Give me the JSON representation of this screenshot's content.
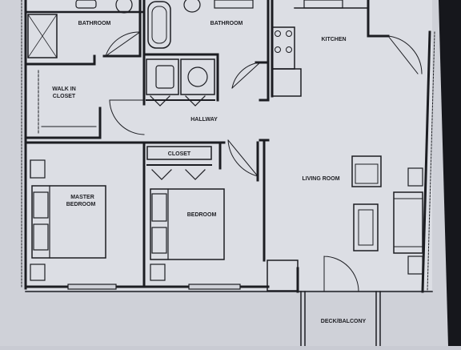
{
  "rooms": {
    "bathroom_left": "BATHROOM",
    "bathroom_right": "BATHROOM",
    "kitchen": "KITCHEN",
    "walk_in_closet_line1": "WALK IN",
    "walk_in_closet_line2": "CLOSET",
    "hallway": "HALLWAY",
    "closet": "CLOSET",
    "living_room": "LIVING ROOM",
    "master_bedroom_line1": "MASTER",
    "master_bedroom_line2": "BEDROOM",
    "bedroom": "BEDROOM",
    "deck_balcony": "DECK/BALCONY"
  },
  "colors": {
    "background": "#c9cbd3",
    "paper": "#dfe1e6",
    "wall": "#1c1d22",
    "label": "#202126",
    "screen_edge": "#111217"
  }
}
